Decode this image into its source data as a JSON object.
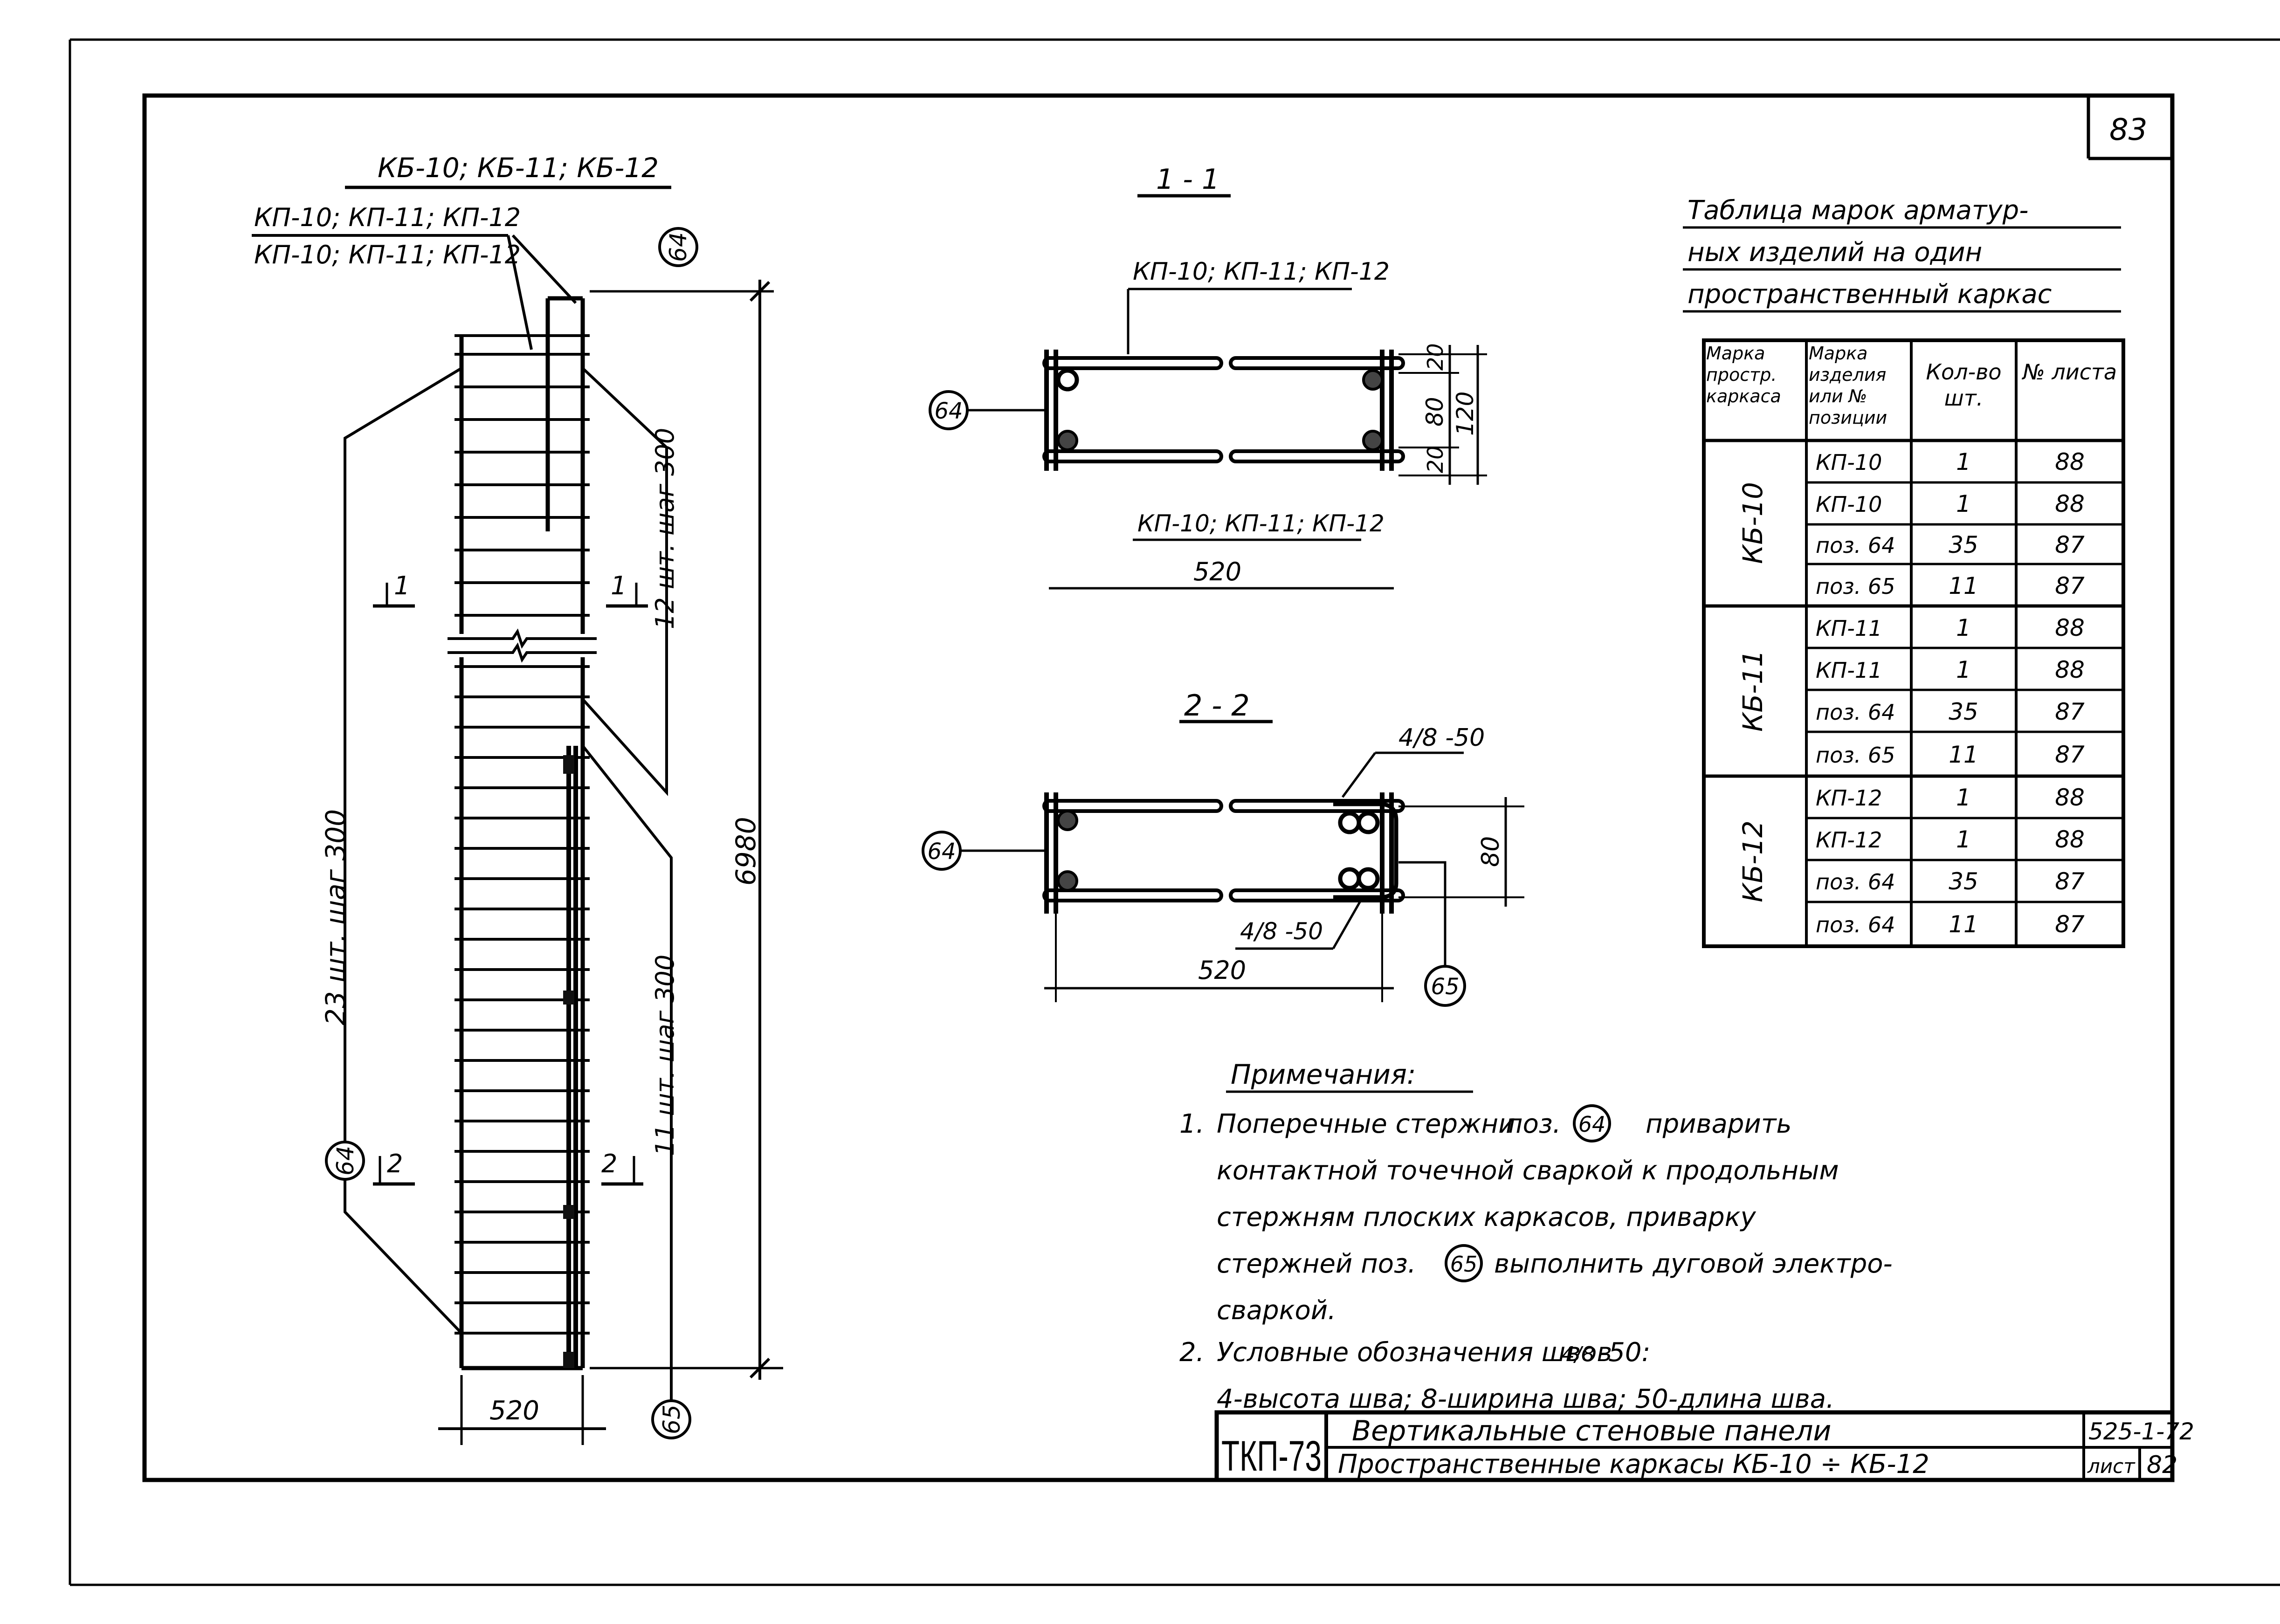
{
  "colors": {
    "ink": "#000000",
    "paper": "#ffffff"
  },
  "sheet_corner": "83",
  "main_view": {
    "title": "КБ-10; КБ-11; КБ-12",
    "label_a": "КП-10; КП-11; КП-12",
    "label_b": "КП-10; КП-11; КП-12",
    "pos_top": "64",
    "pos_left": "64",
    "pos_bottom": "65",
    "spacing_left": "23 шт. шаг 300",
    "spacing_right_top": "12 шт. шаг 300",
    "spacing_right_bottom": "11 шт. шаг 300",
    "length": "6980",
    "width": "520",
    "cut1_left": "1",
    "cut1_right": "1",
    "cut2_left": "2",
    "cut2_right": "2"
  },
  "section_1": {
    "title": "1 - 1",
    "label_top": "КП-10; КП-11; КП-12",
    "label_bottom": "КП-10; КП-11; КП-12",
    "pos": "64",
    "dim_small_top": "20",
    "dim_mid": "80",
    "dim_small_bottom": "20",
    "dim_total": "120",
    "width": "520"
  },
  "section_2": {
    "title": "2 - 2",
    "weld_top": "4/8 -50",
    "weld_bottom": "4/8 -50",
    "pos_left": "64",
    "pos_right": "65",
    "dim_height": "80",
    "width": "520"
  },
  "table": {
    "title_line1": "Таблица марок арматур-",
    "title_line2": "ных изделий на один",
    "title_line3": "пространственный каркас",
    "headers": [
      "Марка простр. каркаса",
      "Марка изделия или № позиции",
      "Кол-во шт.",
      "№ листа"
    ],
    "groups": [
      {
        "frame": "КБ-10",
        "rows": [
          {
            "item": "КП-10",
            "qty": "1",
            "sheet": "88"
          },
          {
            "item": "КП-10",
            "qty": "1",
            "sheet": "88"
          },
          {
            "item": "поз. 64",
            "qty": "35",
            "sheet": "87"
          },
          {
            "item": "поз. 65",
            "qty": "11",
            "sheet": "87"
          }
        ]
      },
      {
        "frame": "КБ-11",
        "rows": [
          {
            "item": "КП-11",
            "qty": "1",
            "sheet": "88"
          },
          {
            "item": "КП-11",
            "qty": "1",
            "sheet": "88"
          },
          {
            "item": "поз. 64",
            "qty": "35",
            "sheet": "87"
          },
          {
            "item": "поз. 65",
            "qty": "11",
            "sheet": "87"
          }
        ]
      },
      {
        "frame": "КБ-12",
        "rows": [
          {
            "item": "КП-12",
            "qty": "1",
            "sheet": "88"
          },
          {
            "item": "КП-12",
            "qty": "1",
            "sheet": "88"
          },
          {
            "item": "поз. 64",
            "qty": "35",
            "sheet": "87"
          },
          {
            "item": "поз. 64",
            "qty": "11",
            "sheet": "87"
          }
        ]
      }
    ]
  },
  "notes": {
    "title": "Примечания:",
    "n1_num": "1.",
    "n1_a": "Поперечные стержни",
    "n1_b": "поз.",
    "n1_c": "приварить",
    "n1_pos1": "64",
    "n1_line2": "контактной точечной сваркой к продольным",
    "n1_line3": "стержням плоских каркасов, приварку",
    "n1_line4a": "стержней поз.",
    "n1_pos2": "65",
    "n1_line4b": "выполнить дуговой электро-",
    "n1_line5": "сваркой.",
    "n2_num": "2.",
    "n2_a": "Условные обозначения швов",
    "n2_frac": "4/8",
    "n2_b": "-50:",
    "n2_line2": "4-высота шва; 8-ширина шва; 50-длина шва."
  },
  "stamp": {
    "series": "ТКП-73",
    "title_1": "Вертикальные стеновые панели",
    "title_2": "Пространственные каркасы КБ-10 ÷ КБ-12",
    "code": "525-1-72",
    "sheet_label": "лист",
    "sheet_no": "82"
  }
}
